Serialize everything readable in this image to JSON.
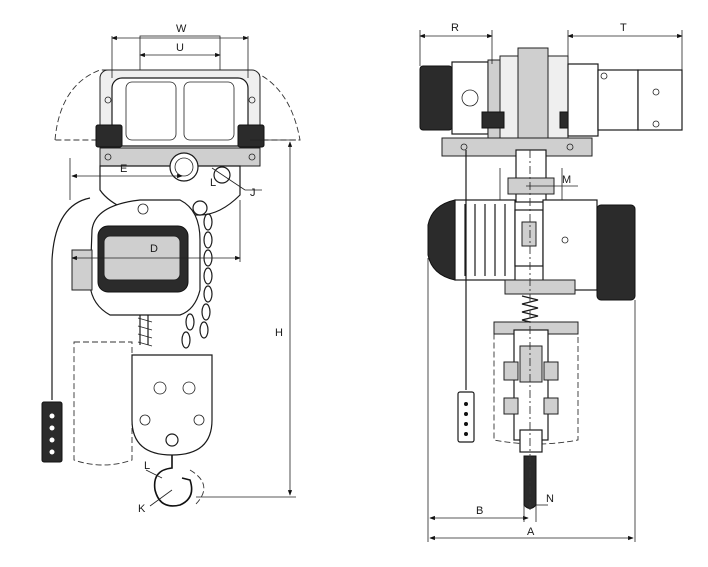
{
  "diagram": {
    "front_view": {
      "dimension_labels": {
        "W": "W",
        "U": "U",
        "E": "E",
        "J": "J",
        "D": "D",
        "H": "H",
        "L": "L",
        "K": "K"
      }
    },
    "side_view": {
      "dimension_labels": {
        "R": "R",
        "T": "T",
        "M": "M",
        "B": "B",
        "N": "N",
        "A": "A"
      }
    }
  }
}
